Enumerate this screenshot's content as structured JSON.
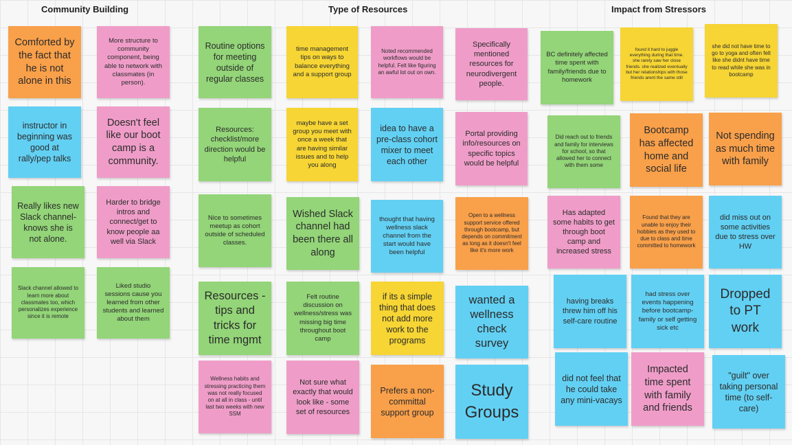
{
  "colors": {
    "orange": "#f9a04a",
    "pink": "#ef9dc8",
    "cyan": "#62d0f3",
    "green": "#93d578",
    "yellow": "#f6d534"
  },
  "headings": {
    "community": "Community Building",
    "resources": "Type of Resources",
    "stressors": "Impact from Stressors"
  },
  "notes": [
    {
      "id": "c1",
      "color": "orange",
      "text": "Comforted by the fact that he is not alone in this"
    },
    {
      "id": "c2",
      "color": "pink",
      "text": "More structure to community component, being able to network with classmates (in person)."
    },
    {
      "id": "c3",
      "color": "cyan",
      "text": "instructor in beginning was good at rally/pep talks"
    },
    {
      "id": "c4",
      "color": "pink",
      "text": "Doesn't feel like our boot camp is a community."
    },
    {
      "id": "c5",
      "color": "green",
      "text": "Really likes new Slack channel-knows she is not alone."
    },
    {
      "id": "c6",
      "color": "pink",
      "text": "Harder to bridge intros and connect/get to know people aa well via Slack"
    },
    {
      "id": "c7",
      "color": "green",
      "text": "Slack channel allowed to learn more about classmates too, which personalizes experience since it is remote"
    },
    {
      "id": "c8",
      "color": "green",
      "text": "Liked studio sessions cause you learned from other students and learned about them"
    },
    {
      "id": "r1",
      "color": "green",
      "text": "Routine options for meeting outside of regular classes"
    },
    {
      "id": "r2",
      "color": "yellow",
      "text": "time management tips on ways to balance everything and a support group"
    },
    {
      "id": "r3",
      "color": "pink",
      "text": "Noted recommended workflows would be helpful.  Felt like figuring an awful lot out on own."
    },
    {
      "id": "r4",
      "color": "pink",
      "text": "Specifically mentioned resources for neurodivergent people."
    },
    {
      "id": "r5",
      "color": "green",
      "text": "Resources: checklist/more direction would be helpful"
    },
    {
      "id": "r6",
      "color": "yellow",
      "text": "maybe have a set group you meet with once a week that are having similar issues and to help you along"
    },
    {
      "id": "r7",
      "color": "cyan",
      "text": "idea to have a pre-class cohort mixer to meet each other"
    },
    {
      "id": "r8",
      "color": "pink",
      "text": "Portal providing info/resources on specific topics would be helpful"
    },
    {
      "id": "r9",
      "color": "green",
      "text": "Nice to sometimes meetup as cohort outside of scheduled classes."
    },
    {
      "id": "r10",
      "color": "green",
      "text": "Wished Slack channel had been there all along"
    },
    {
      "id": "r11",
      "color": "cyan",
      "text": "thought that having wellness slack channel from the start would have been helpful"
    },
    {
      "id": "r12",
      "color": "orange",
      "text": "Open to a wellness support service offered through bootcamp, but depends on commitment as long as it doesn't feel like it's more work"
    },
    {
      "id": "r13",
      "color": "green",
      "text": "Resources - tips and tricks for time mgmt"
    },
    {
      "id": "r14",
      "color": "green",
      "text": "Felt routine discussion on wellness/stress was missing big time throughout boot camp"
    },
    {
      "id": "r15",
      "color": "yellow",
      "text": "if its a simple thing that does not add more work to the programs"
    },
    {
      "id": "r16",
      "color": "cyan",
      "text": "wanted a wellness check survey"
    },
    {
      "id": "r17",
      "color": "pink",
      "text": "Wellness habits and stressing practicing them was not really focused on at all in class - until last two weeks with new SSM"
    },
    {
      "id": "r18",
      "color": "pink",
      "text": "Not sure what exactly that would look like - some set of resources"
    },
    {
      "id": "r19",
      "color": "orange",
      "text": "Prefers a non-committal support group"
    },
    {
      "id": "r20",
      "color": "cyan",
      "text": "Study Groups"
    },
    {
      "id": "s1",
      "color": "green",
      "text": "BC definitely affected time spent with family/friends due to homework"
    },
    {
      "id": "s2",
      "color": "yellow",
      "text": "found it hard to juggle everything during that time. she rarely saw her close friends. she realized eventually but her relationships with those friends arent the same still"
    },
    {
      "id": "s3",
      "color": "yellow",
      "text": "she did not have time to go to yoga and often felt like she didnt have time to read while she was in bootcamp"
    },
    {
      "id": "s4",
      "color": "green",
      "text": "Did reach out to friends and family for interviews for school, so that allowed her to connect with them some"
    },
    {
      "id": "s5",
      "color": "orange",
      "text": "Bootcamp has affected home and social life"
    },
    {
      "id": "s6",
      "color": "orange",
      "text": "Not spending as much time with family"
    },
    {
      "id": "s7",
      "color": "pink",
      "text": "Has adapted some habits to get through boot camp and increased stress"
    },
    {
      "id": "s8",
      "color": "orange",
      "text": "Found that they are unable to enjoy their hobbies as they used to due to class and time committed to homework"
    },
    {
      "id": "s9",
      "color": "cyan",
      "text": "did miss out on some activities due to stress over HW"
    },
    {
      "id": "s10",
      "color": "cyan",
      "text": "having breaks threw him off his self-care routine"
    },
    {
      "id": "s11",
      "color": "cyan",
      "text": "had stress over events happening before bootcamp- family or self getting sick etc"
    },
    {
      "id": "s12",
      "color": "cyan",
      "text": "Dropped to PT work"
    },
    {
      "id": "s13",
      "color": "cyan",
      "text": "did not feel that he could take any mini-vacays"
    },
    {
      "id": "s14",
      "color": "pink",
      "text": "Impacted time spent with family and friends"
    },
    {
      "id": "s15",
      "color": "cyan",
      "text": "\"guilt\" over taking personal time (to self-care)"
    }
  ]
}
